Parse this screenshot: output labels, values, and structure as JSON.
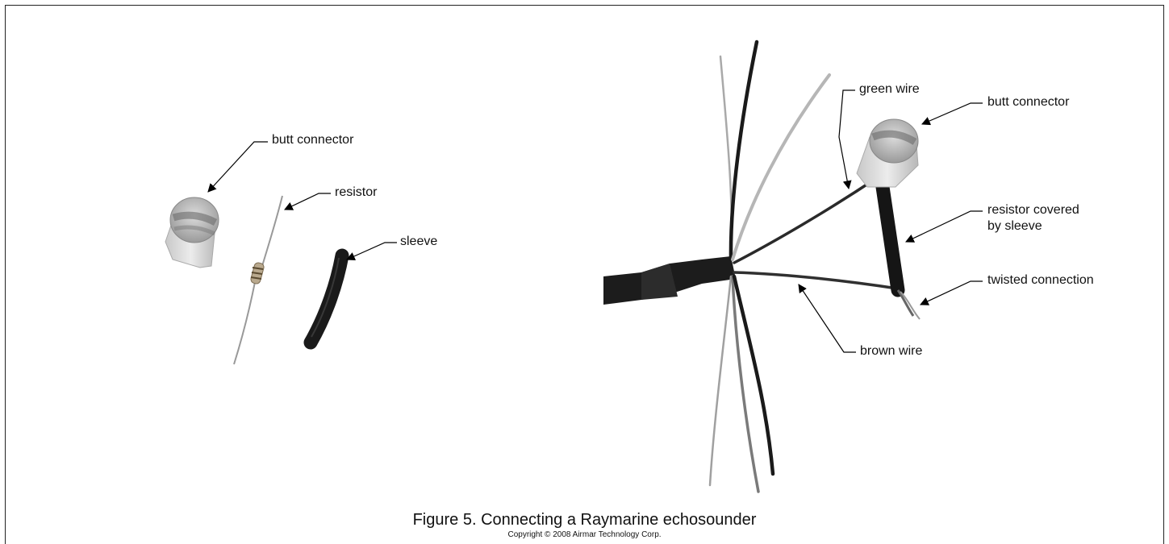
{
  "labels": {
    "left_butt_connector": "butt connector",
    "resistor": "resistor",
    "sleeve": "sleeve",
    "green_wire": "green wire",
    "right_butt_connector": "butt connector",
    "resistor_covered_line1": "resistor covered",
    "resistor_covered_line2": "by sleeve",
    "twisted_connection": "twisted connection",
    "brown_wire": "brown wire"
  },
  "caption": "Figure 5. Connecting a Raymarine echosounder",
  "copyright": "Copyright © 2008 Airmar Technology Corp."
}
